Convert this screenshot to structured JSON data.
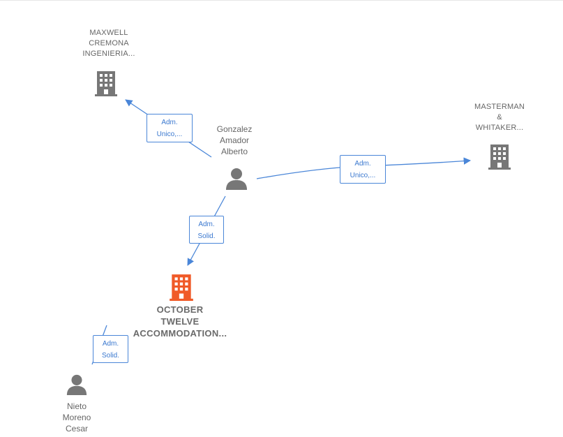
{
  "colors": {
    "edge": "#4a86d8",
    "edge_text": "#3a78cf",
    "node_gray": "#777777",
    "node_highlight": "#f05a28",
    "label_gray": "#666666"
  },
  "nodes": {
    "maxwell": {
      "lines": [
        "MAXWELL",
        "CREMONA",
        "INGENIERIA..."
      ],
      "icon": "building-icon"
    },
    "masterman": {
      "lines": [
        "MASTERMAN",
        "&",
        "WHITAKER..."
      ],
      "icon": "building-icon"
    },
    "gonzalez": {
      "lines": [
        "Gonzalez",
        "Amador",
        "Alberto"
      ],
      "icon": "person-icon"
    },
    "october": {
      "lines": [
        "OCTOBER",
        "TWELVE",
        "ACCOMMODATION..."
      ],
      "icon": "building-icon"
    },
    "nieto": {
      "lines": [
        "Nieto",
        "Moreno",
        "Cesar"
      ],
      "icon": "person-icon"
    }
  },
  "edges": {
    "to_maxwell": {
      "lines": [
        "Adm.",
        "Unico,..."
      ]
    },
    "to_masterman": {
      "lines": [
        "Adm.",
        "Unico,..."
      ]
    },
    "to_october": {
      "lines": [
        "Adm.",
        "Solid."
      ]
    },
    "nieto_to_october": {
      "lines": [
        "Adm.",
        "Solid."
      ]
    }
  }
}
